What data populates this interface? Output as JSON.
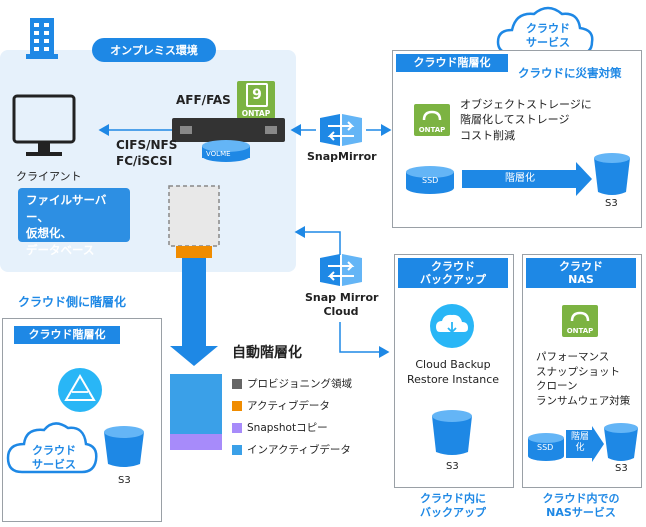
{
  "onprem": {
    "title": "オンプレミス環境",
    "storage_label": "AFF/FAS",
    "ontap_label": "ONTAP",
    "volume_label": "VOLME",
    "protocols": [
      "CIFS/NFS",
      "FC/iSCSI"
    ],
    "client_label": "クライアント",
    "workloads": [
      "ファイルサーバー、",
      "仮想化、",
      "データベース"
    ]
  },
  "cloud_service_badge": [
    "クラウド",
    "サービス"
  ],
  "dr": {
    "header": "クラウド階層化",
    "title": "クラウドに災害対策",
    "ontap_label": "ONTAP",
    "description": [
      "オブジェクトストレージに",
      "階層化してストレージ",
      "コスト削減"
    ],
    "ssd_label": "SSD",
    "tiering_label": "階層化",
    "s3_label": "S3"
  },
  "snapmirror_1": "SnapMirror",
  "snapmirror_2": [
    "Snap Mirror",
    "Cloud"
  ],
  "backup": {
    "header": [
      "クラウド",
      "バックアップ"
    ],
    "product": [
      "Cloud Backup",
      "Restore Instance"
    ],
    "s3_label": "S3",
    "caption": [
      "クラウド内に",
      "バックアップ"
    ]
  },
  "nas": {
    "header": [
      "クラウド",
      "NAS"
    ],
    "ontap_label": "ONTAP",
    "features": [
      "パフォーマンス",
      "スナップショット",
      "クローン",
      "ランサムウェア対策"
    ],
    "ssd_label": "SSD",
    "tiering_label": [
      "階層",
      "化"
    ],
    "s3_label": "S3",
    "caption": [
      "クラウド内での",
      "NASサービス"
    ]
  },
  "cloud_side": {
    "title": "クラウド側に階層化",
    "header": "クラウド階層化",
    "cloud_label": [
      "クラウド",
      "サービス"
    ],
    "s3_label": "S3"
  },
  "auto_tiering": {
    "title": "自動階層化",
    "legend": [
      {
        "label": "プロビジョニング領域",
        "color": "#666666"
      },
      {
        "label": "アクティブデータ",
        "color": "#f08c00"
      },
      {
        "label": "Snapshotコピー",
        "color": "#a78bfa"
      },
      {
        "label": "インアクティブデータ",
        "color": "#3aa0e8"
      }
    ]
  },
  "colors": {
    "accent": "#1e88e5",
    "panel": "#e6f1fb",
    "ontap_green": "#7cb342"
  }
}
